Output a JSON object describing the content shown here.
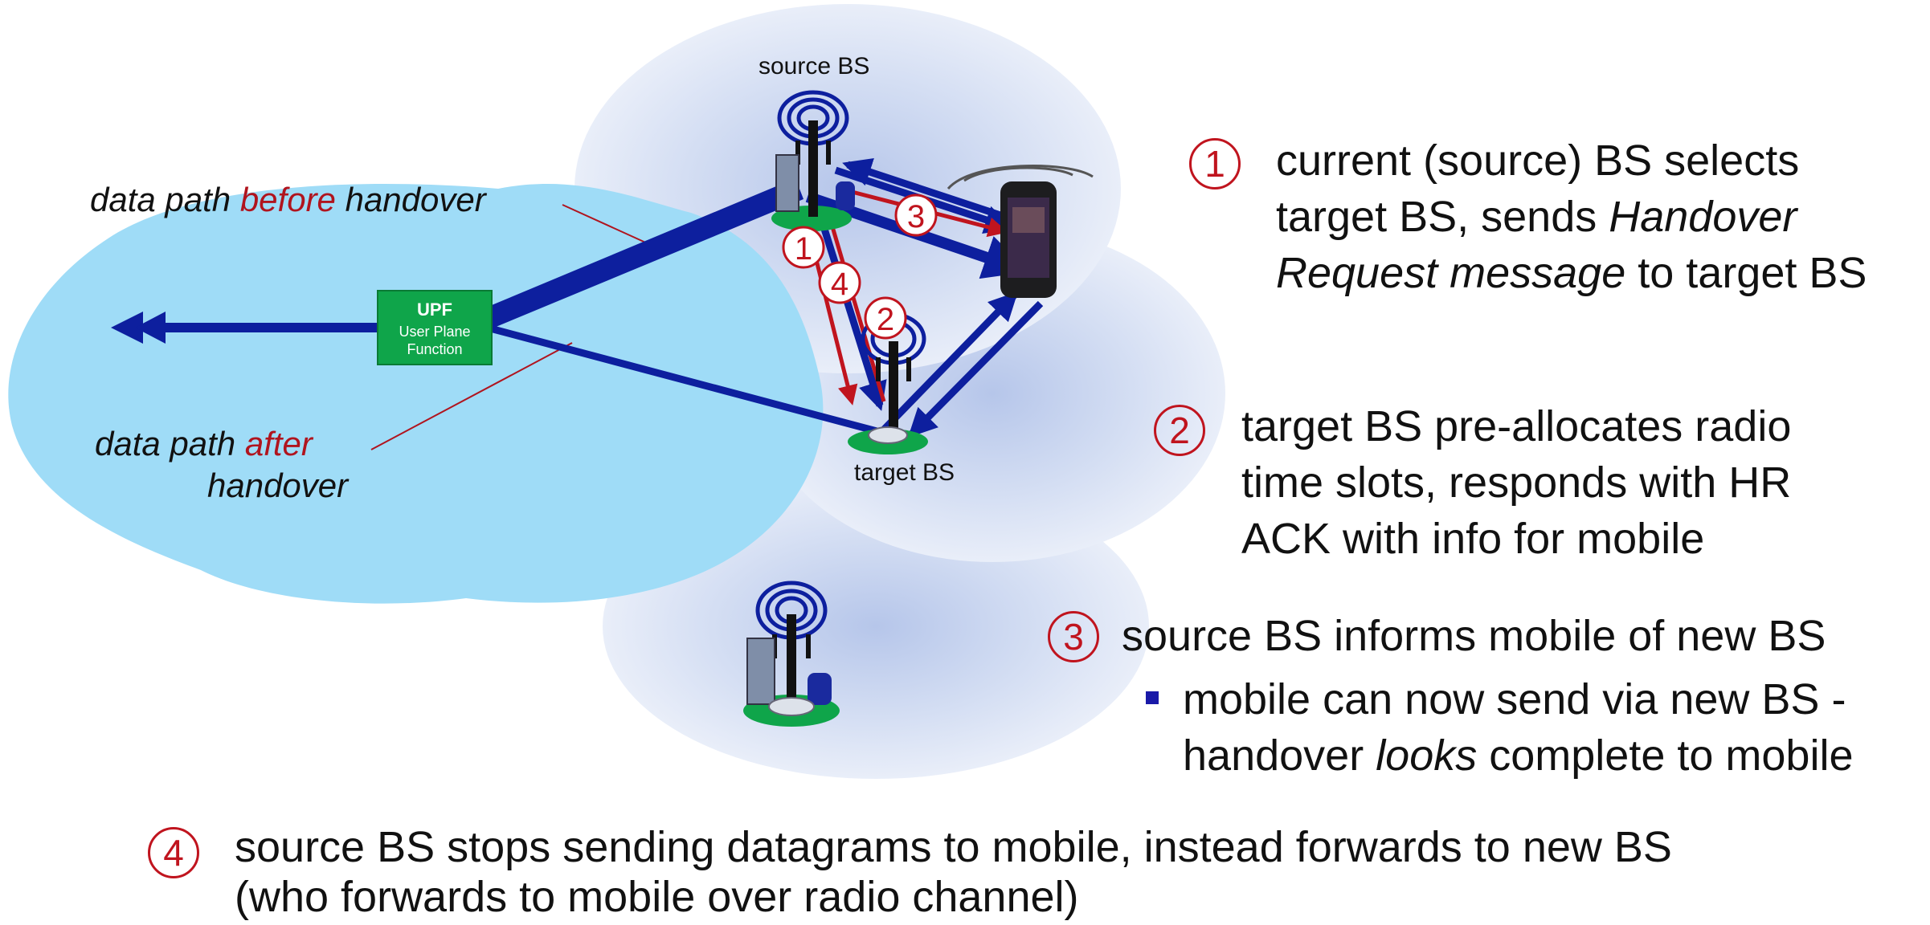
{
  "labels": {
    "source_bs": "source BS",
    "target_bs": "target BS",
    "upf_title": "UPF",
    "upf_sub1": "User Plane",
    "upf_sub2": "Function",
    "before_pre": "data path ",
    "before_red": "before",
    "before_post": " handover",
    "after_pre": "data path ",
    "after_red": "after",
    "after_line2": "handover"
  },
  "steps": [
    {
      "num": "1",
      "line1": "current (source) BS selects",
      "line2_pre": "target BS, sends ",
      "line2_it": "Handover",
      "line3_it": "Request message",
      "line3_post": " to target BS"
    },
    {
      "num": "2",
      "line1": "target BS pre-allocates radio",
      "line2": "time slots, responds with HR",
      "line3": "ACK with info for mobile"
    },
    {
      "num": "3",
      "line1": "source BS informs mobile of new BS",
      "bullet_line1": "mobile can now send via new BS -",
      "bullet_line2_pre": "handover ",
      "bullet_line2_it": "looks",
      "bullet_line2_post": " complete to mobile"
    },
    {
      "num": "4",
      "line1": "source BS stops sending datagrams to mobile, instead forwards to new BS",
      "line2": "(who forwards to mobile over radio channel)"
    }
  ],
  "diagram_markers": [
    "1",
    "2",
    "3",
    "4"
  ],
  "colors": {
    "accent_red": "#c0141e",
    "path_blue": "#0d1f9e",
    "cloud": "#9fdcf7",
    "upf_green": "#0fa54a"
  }
}
